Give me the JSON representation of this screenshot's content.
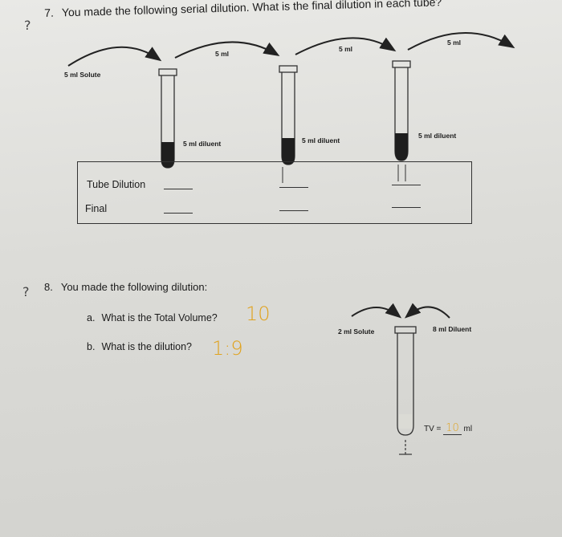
{
  "q7": {
    "mark": "?",
    "number": "7.",
    "text": "You made the following serial dilution. What is the final dilution in each tube?",
    "solute_label": "5 ml Solute",
    "transfer_labels": [
      "5 ml",
      "5 ml",
      "5 ml"
    ],
    "diluent_labels": [
      "5 ml diluent",
      "5 ml diluent",
      "5 ml diluent"
    ],
    "table": {
      "rows": [
        {
          "label": "Tube Dilution"
        },
        {
          "label": "Final"
        }
      ]
    }
  },
  "q8": {
    "mark": "?",
    "number": "8.",
    "text": "You made the following dilution:",
    "a": {
      "letter": "a.",
      "text": "What is the Total Volume?",
      "answer": "10"
    },
    "b": {
      "letter": "b.",
      "text": "What is the dilution?",
      "answer": "1:9"
    },
    "solute_label": "2 ml Solute",
    "diluent_label": "8 ml Diluent",
    "tv_label": "TV =",
    "tv_value": "10",
    "tv_unit": "ml"
  }
}
